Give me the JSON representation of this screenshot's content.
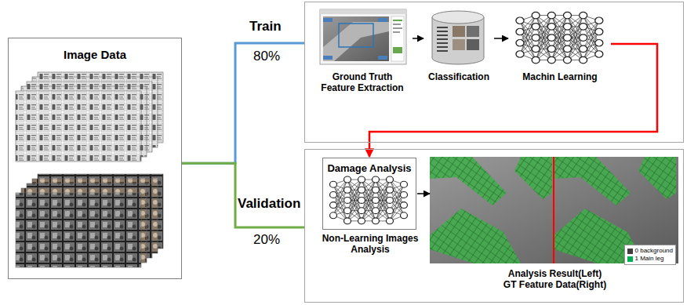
{
  "diagram": {
    "nodes": [
      {
        "text": [
          "Image Data"
        ]
      },
      {
        "text": []
      },
      {
        "text": [
          "Ground Truth Feature Extraction"
        ],
        "in": 1
      },
      {
        "text": [
          "Classification"
        ],
        "in": 1
      },
      {
        "text": [
          "Machin Learning"
        ],
        "in": 1
      },
      {
        "text": []
      },
      {
        "text": [
          "Damage Analysis",
          "Non-Learning Images Analysis"
        ],
        "in": 5
      },
      {
        "text": [
          "Analysis Result(Left) GT Feature Data(Right)"
        ],
        "in": 5
      }
    ],
    "edges": [
      {
        "from": 0,
        "to": 1,
        "label": "Train",
        "arrow": "none"
      },
      {
        "from": 0,
        "to": 5,
        "label": "Validation",
        "arrow": "none"
      },
      {
        "from": 2,
        "to": 3,
        "arrow": "to"
      },
      {
        "from": 3,
        "to": 4,
        "arrow": "to"
      },
      {
        "from": 4,
        "to": 6,
        "arrow": "to"
      },
      {
        "from": 6,
        "to": 7,
        "arrow": "to"
      }
    ],
    "labels": [
      "80%",
      "20%"
    ],
    "legend": [
      {
        "text": "0 background",
        "color": "#404040"
      },
      {
        "text": "1 Main leg",
        "color": "#00b050"
      }
    ]
  }
}
